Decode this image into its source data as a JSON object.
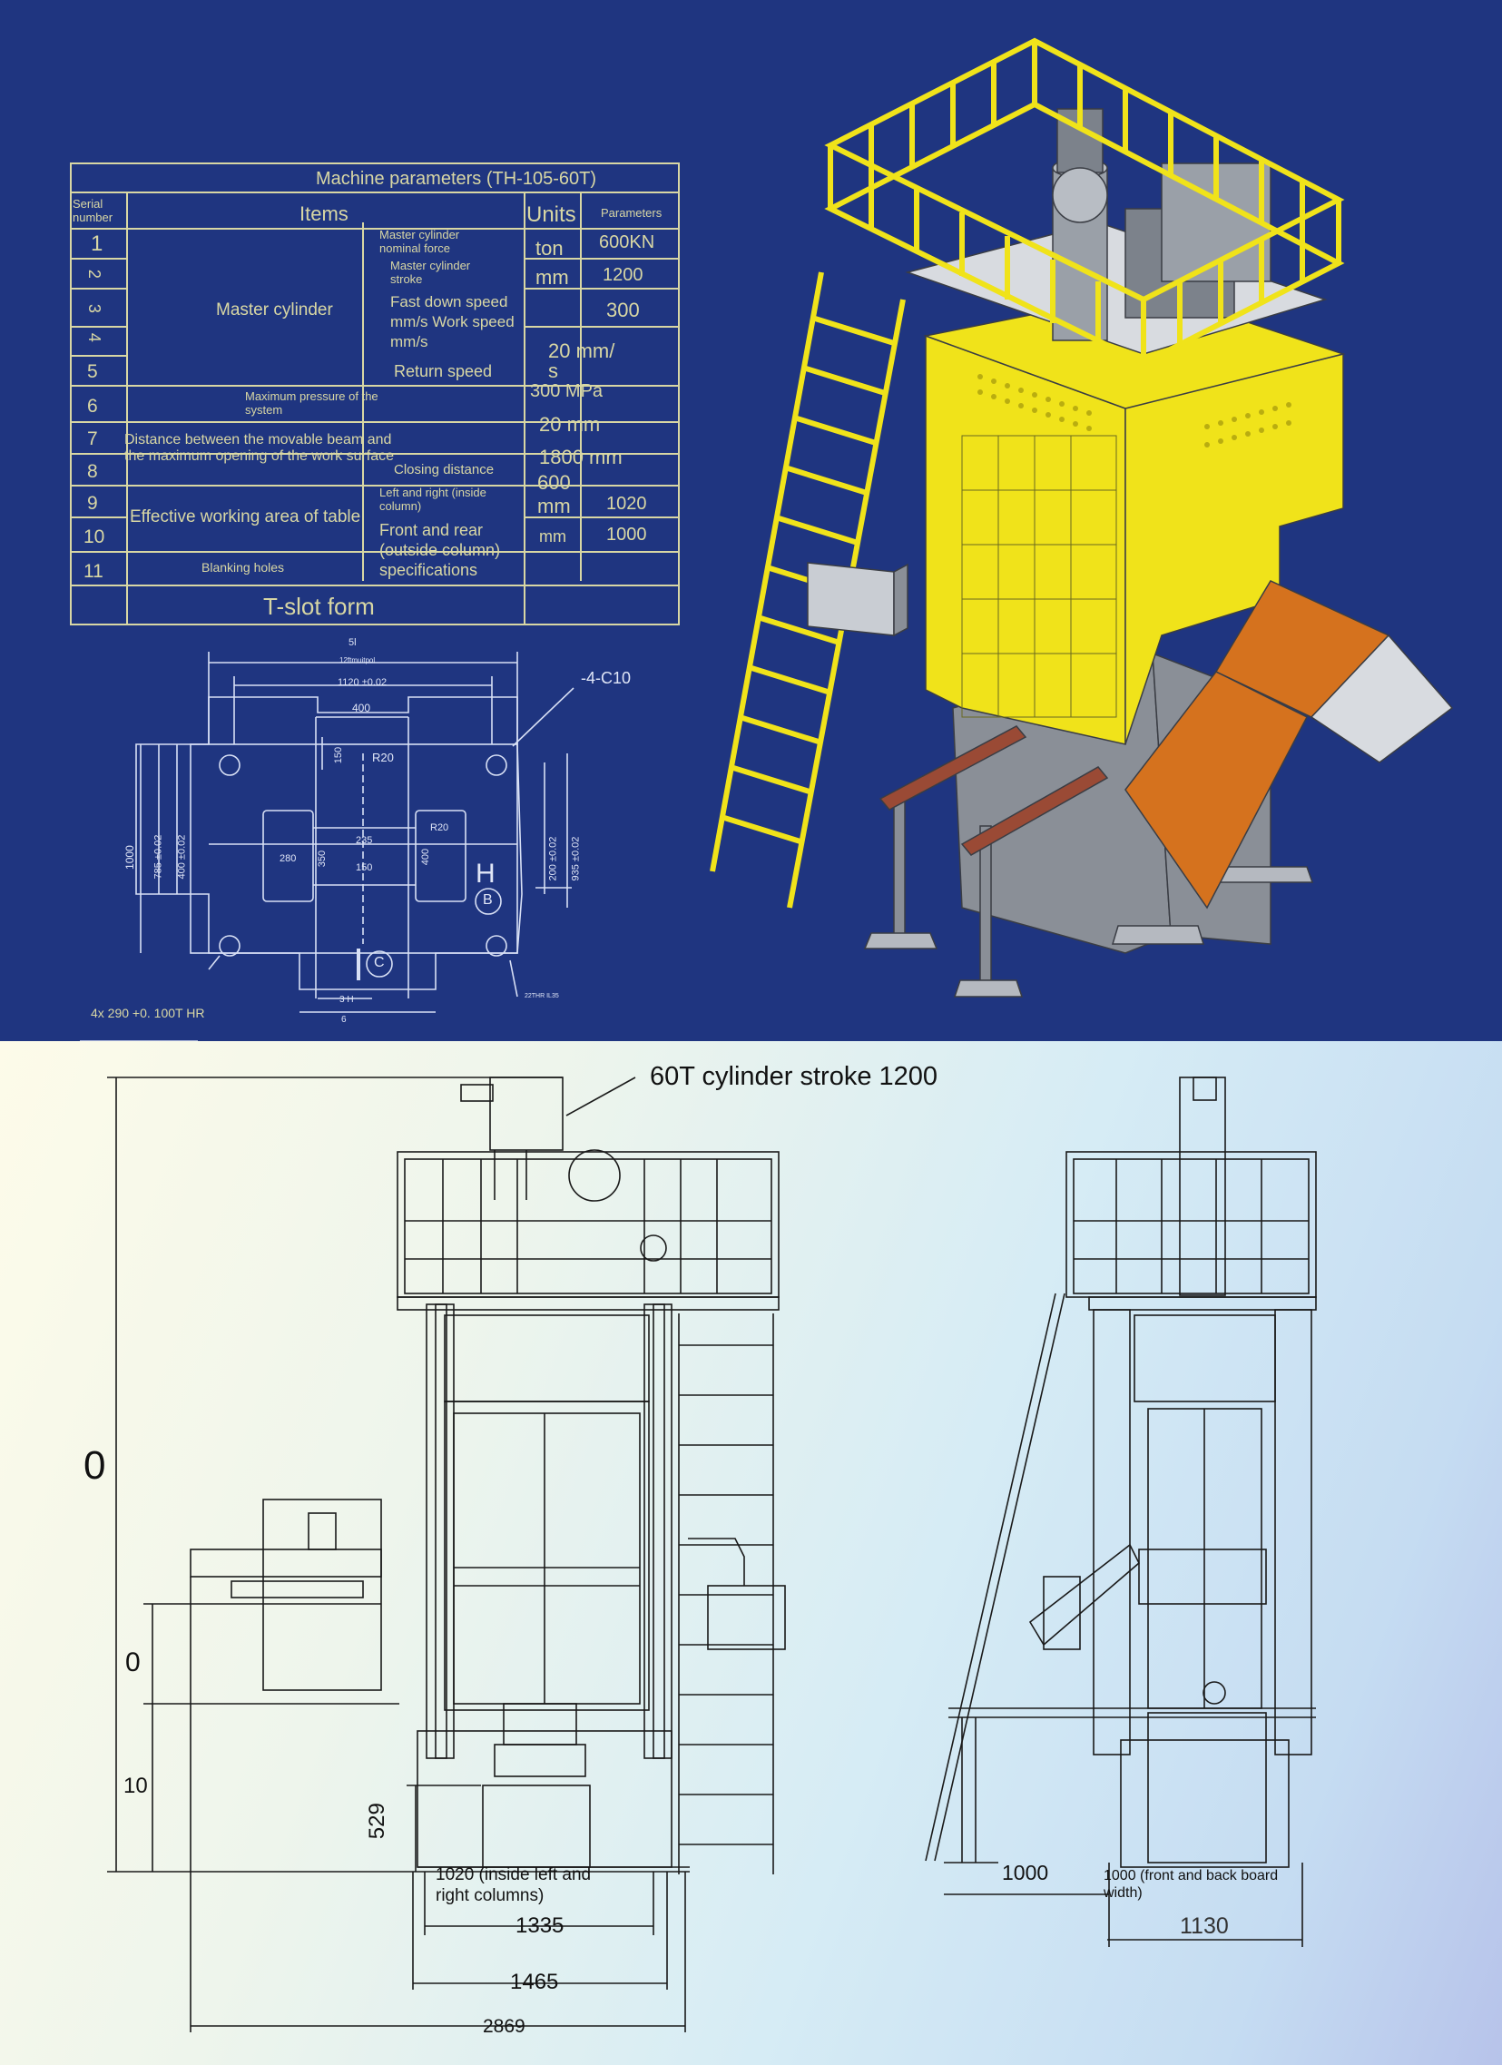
{
  "params": {
    "title": "Machine parameters (TH-105-60T)",
    "head_serial": "Serial number",
    "head_items": "Items",
    "head_units": "Units",
    "head_params": "Parameters",
    "serials": [
      "1",
      "2",
      "3",
      "4",
      "5",
      "6",
      "7",
      "8",
      "9",
      "10",
      "11"
    ],
    "master_cylinder": "Master cylinder",
    "sub_items": {
      "nominal_force": "Master cylinder nominal force",
      "stroke": "Master cylinder stroke",
      "fast_down": "Fast down speed mm/s Work speed mm/s",
      "return_speed": "Return speed",
      "max_pressure": "Maximum pressure of the system",
      "distance": "Distance between the movable beam and the maximum opening of the work surface",
      "closing_distance": "Closing distance",
      "effective_area": "Effective working area of table",
      "left_right": "Left and right (inside column)",
      "front_rear": "Front and rear (outside column) specifications",
      "blanking": "Blanking holes",
      "tslot": "T-slot form"
    },
    "units": {
      "ton": "ton",
      "mm1": "mm",
      "mm2": "mm",
      "mm3": "mm"
    },
    "values": {
      "force": "600KN",
      "stroke": "1200",
      "fast": "300",
      "work": "20 mm/ s",
      "pressure": "300 MPa",
      "ret": "20 mm",
      "opening": "1800 mm",
      "closing": "600",
      "lr": "1020",
      "fr": "1000"
    }
  },
  "tslot_drawing": {
    "top_dims": [
      "5l",
      "12ftmuitpol",
      "1120 ±0.02",
      "400"
    ],
    "c10": "-4-C10",
    "r20": "R20",
    "inner": [
      "150",
      "235",
      "280",
      "350",
      "150",
      "R20",
      "400"
    ],
    "left_dims": [
      "1000",
      "785 ±0.02",
      "400 ±0.02"
    ],
    "right_dims": [
      "200 ±0.02",
      "935 ±0.02"
    ],
    "h_label": "H",
    "b_label": "B",
    "c_label": "C",
    "bottom_dims": [
      "3 H",
      "6"
    ],
    "hole_note": "4x 290 +0. 100T HR",
    "thr_note": "22THR IL35"
  },
  "front_view": {
    "callout": "60T cylinder stroke 1200",
    "big_zero": "0",
    "dim_0": "0",
    "dim_10": "10",
    "dim_529": "529",
    "inside_note": "1020 (inside left and right columns)",
    "w1335": "1335",
    "w1465": "1465",
    "w2869": "2869"
  },
  "side_view": {
    "w1000": "1000",
    "board_note": "1000 (front and back board width)",
    "w1130": "1130"
  },
  "colors": {
    "top_bg": "#1f3580",
    "table_line": "#d8d7a4",
    "machine_yellow": "#f0e31a",
    "chute_orange": "#d5721e",
    "drawing_line": "#1a1a1a"
  }
}
